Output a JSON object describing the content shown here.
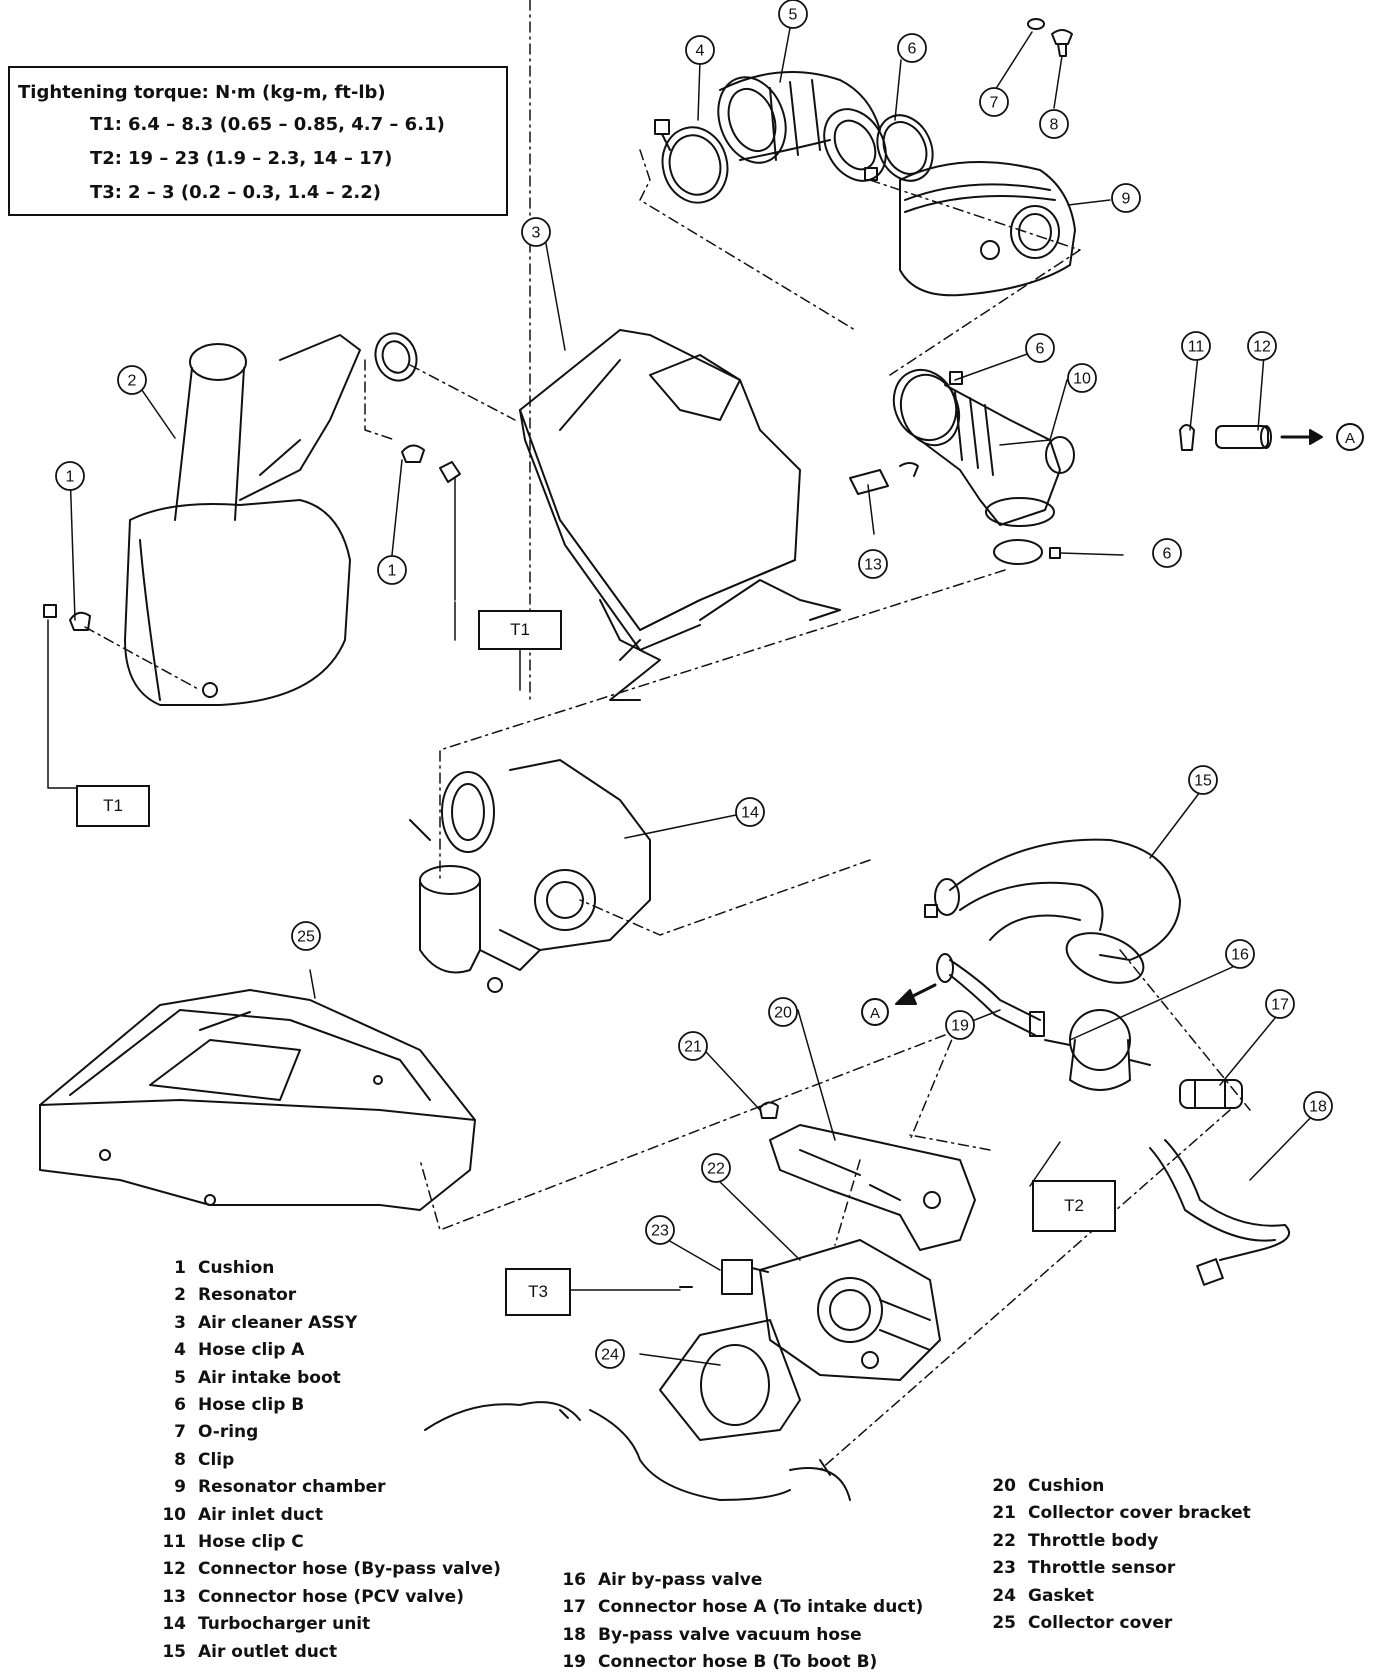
{
  "torque": {
    "title": "Tightening torque:  N·m (kg-m, ft-lb)",
    "rows": [
      {
        "label": "T1:",
        "value": "6.4 – 8.3 (0.65 – 0.85, 4.7 – 6.1)"
      },
      {
        "label": "T2:",
        "value": "19 – 23 (1.9 – 2.3, 14 – 17)"
      },
      {
        "label": "T3:",
        "value": "2 – 3 (0.2 – 0.3, 1.4 – 2.2)"
      }
    ]
  },
  "torque_refs": {
    "t1_upper": "T1",
    "t1_lower": "T1",
    "t2": "T2",
    "t3": "T3"
  },
  "callouts": [
    "1",
    "2",
    "3",
    "4",
    "5",
    "6",
    "7",
    "8",
    "9",
    "10",
    "11",
    "12",
    "13",
    "14",
    "15",
    "16",
    "17",
    "18",
    "19",
    "20",
    "21",
    "22",
    "23",
    "24",
    "25"
  ],
  "arrow_ref": "A",
  "legend": {
    "col1": [
      {
        "num": "1",
        "name": "Cushion"
      },
      {
        "num": "2",
        "name": "Resonator"
      },
      {
        "num": "3",
        "name": "Air cleaner ASSY"
      },
      {
        "num": "4",
        "name": "Hose clip A"
      },
      {
        "num": "5",
        "name": "Air intake boot"
      },
      {
        "num": "6",
        "name": "Hose clip B"
      },
      {
        "num": "7",
        "name": "O-ring"
      },
      {
        "num": "8",
        "name": "Clip"
      },
      {
        "num": "9",
        "name": "Resonator chamber"
      },
      {
        "num": "10",
        "name": "Air inlet duct"
      },
      {
        "num": "11",
        "name": "Hose clip C"
      },
      {
        "num": "12",
        "name": "Connector hose (By-pass valve)"
      },
      {
        "num": "13",
        "name": "Connector hose (PCV valve)"
      },
      {
        "num": "14",
        "name": "Turbocharger unit"
      },
      {
        "num": "15",
        "name": "Air outlet duct"
      }
    ],
    "col2": [
      {
        "num": "16",
        "name": "Air by-pass valve"
      },
      {
        "num": "17",
        "name": "Connector hose A (To intake duct)"
      },
      {
        "num": "18",
        "name": "By-pass valve vacuum hose"
      },
      {
        "num": "19",
        "name": "Connector hose B (To boot B)"
      }
    ],
    "col3": [
      {
        "num": "20",
        "name": "Cushion"
      },
      {
        "num": "21",
        "name": "Collector cover bracket"
      },
      {
        "num": "22",
        "name": "Throttle body"
      },
      {
        "num": "23",
        "name": "Throttle sensor"
      },
      {
        "num": "24",
        "name": "Gasket"
      },
      {
        "num": "25",
        "name": "Collector cover"
      }
    ]
  }
}
